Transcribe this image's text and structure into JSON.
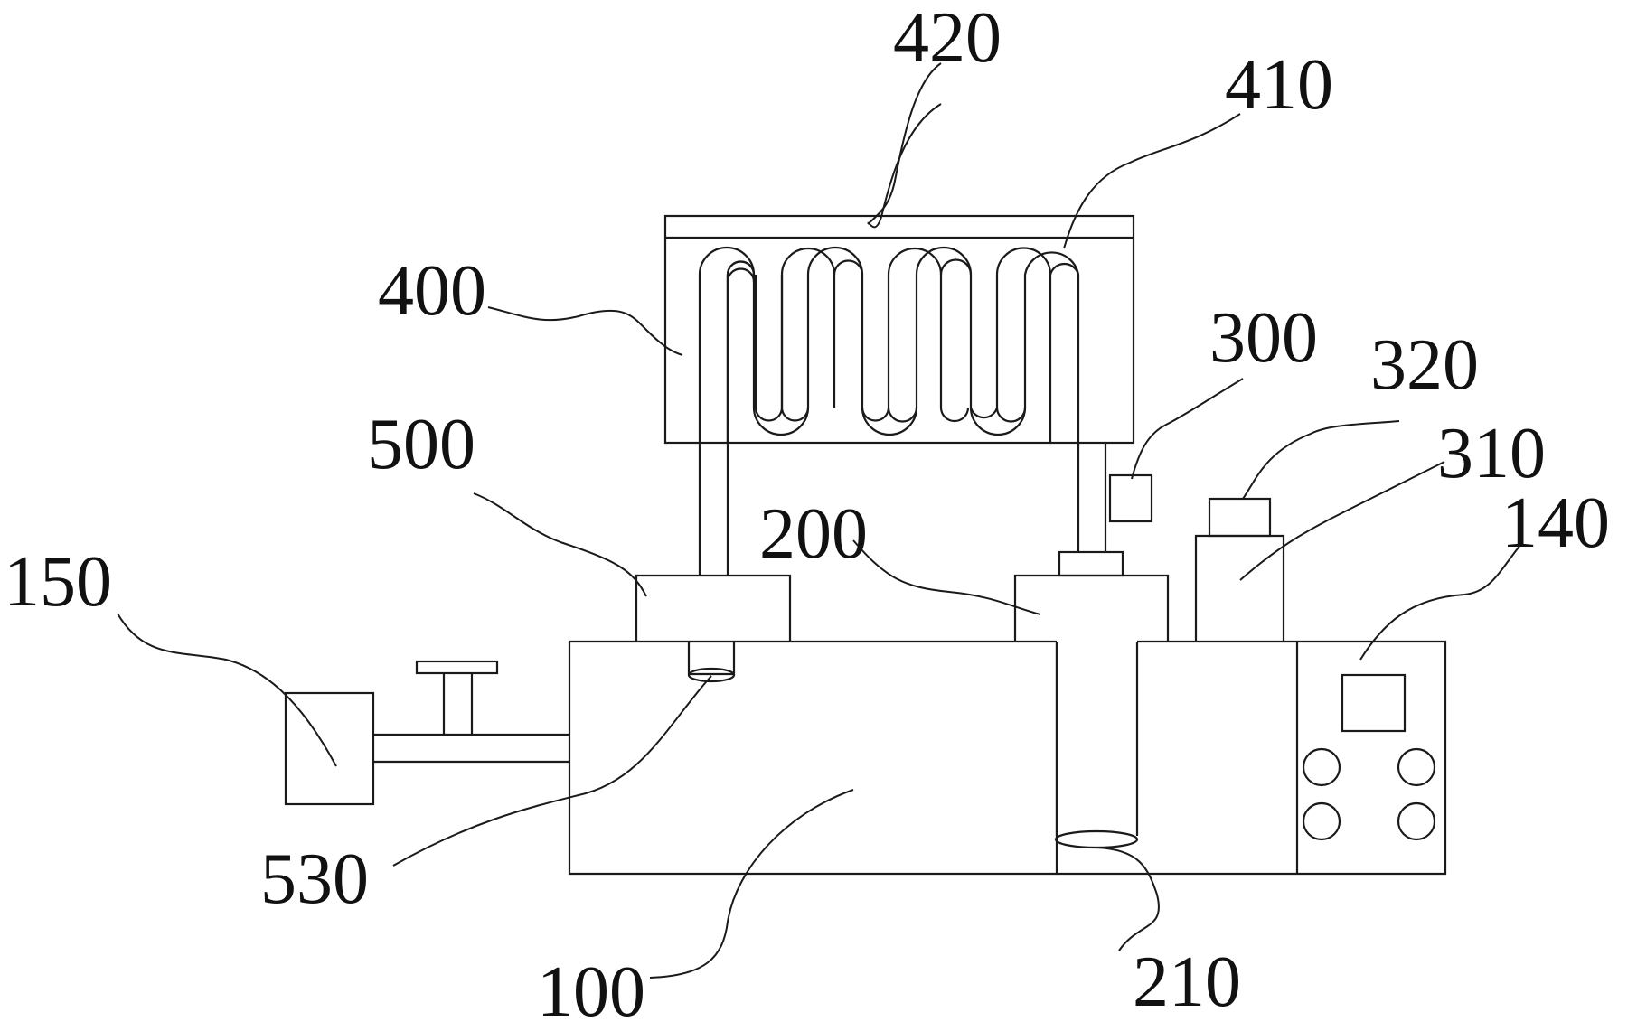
{
  "figure": {
    "labels": {
      "n100": "100",
      "n140": "140",
      "n150": "150",
      "n200": "200",
      "n210": "210",
      "n300": "300",
      "n310": "310",
      "n320": "320",
      "n400": "400",
      "n410": "410",
      "n420": "420",
      "n500": "500",
      "n530": "530"
    }
  },
  "colors": {
    "line": "#1a1a1a",
    "background": "#ffffff"
  }
}
